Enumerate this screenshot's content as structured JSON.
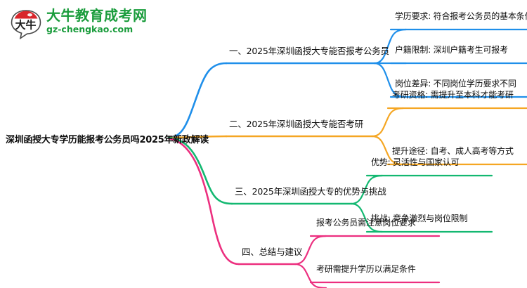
{
  "logo": {
    "mark_text": "大牛",
    "name_cn": "大牛教育成考网",
    "name_en": "gz-chengkao.com",
    "brand_color": "#1a9c3c",
    "mark_accent_color": "#d9262b"
  },
  "mindmap": {
    "root": {
      "label": "深圳函授大专学历能报考公务员吗2025年新政解读"
    },
    "branches": [
      {
        "id": "branch-1",
        "label": "一、2025年深圳函授大专能否报考公务员",
        "color": "#1f8fea",
        "leaves": [
          {
            "label": "学历要求: 符合报考公务员的基本条件"
          },
          {
            "label": "户籍限制: 深圳户籍考生可报考"
          },
          {
            "label": "岗位差异: 不同岗位学历要求不同"
          }
        ]
      },
      {
        "id": "branch-2",
        "label": "二、2025年深圳函授大专能否考研",
        "color": "#f5a623",
        "leaves": [
          {
            "label": "考研资格: 需提升至本科才能考研"
          },
          {
            "label": "提升途径: 自考、成人高考等方式"
          }
        ]
      },
      {
        "id": "branch-3",
        "label": "三、2025年深圳函授大专的优势与挑战",
        "color": "#13b871",
        "leaves": [
          {
            "label": "优势: 灵活性与国家认可"
          },
          {
            "label": "挑战: 竞争激烈与岗位限制"
          }
        ]
      },
      {
        "id": "branch-4",
        "label": "四、总结与建议",
        "color": "#ec2f7f",
        "leaves": [
          {
            "label": "报考公务员需注意岗位要求"
          },
          {
            "label": "考研需提升学历以满足条件"
          }
        ]
      }
    ]
  }
}
